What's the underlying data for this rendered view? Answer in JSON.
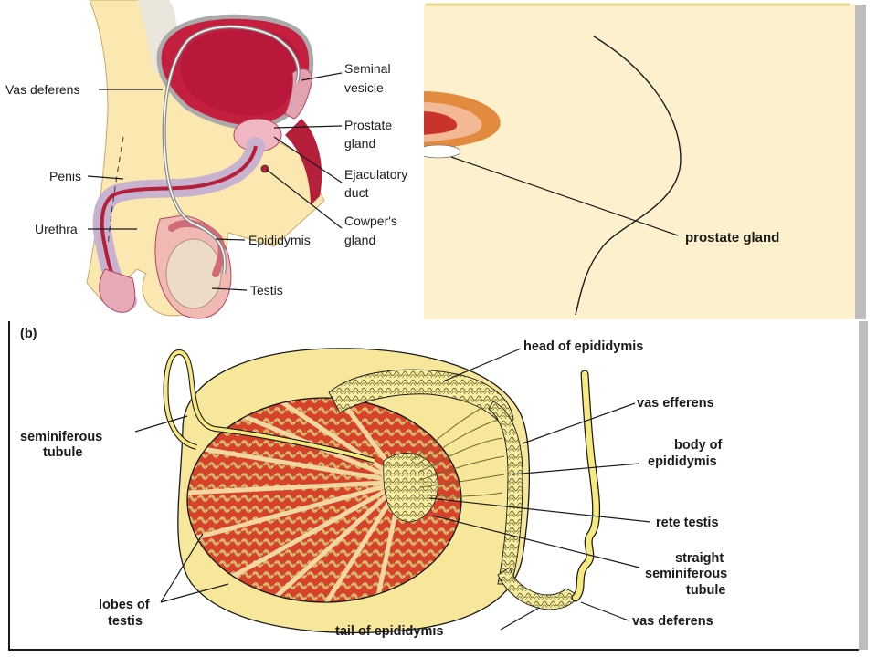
{
  "panel_a": {
    "labels": {
      "vas_deferens": "Vas deferens",
      "penis": "Penis",
      "urethra": "Urethra",
      "seminal_vesicle_1": "Seminal",
      "seminal_vesicle_2": "vesicle",
      "prostate_1": "Prostate",
      "prostate_2": "gland",
      "ejaculatory_1": "Ejaculatory",
      "ejaculatory_2": "duct",
      "cowper_1": "Cowper's",
      "cowper_2": "gland",
      "epididymis": "Epididymis",
      "testis": "Testis"
    }
  },
  "panel_b": {
    "labels": {
      "prostate_gland": "prostate gland"
    }
  },
  "panel_c": {
    "letter": "(b)",
    "labels": {
      "head_of_epididymis": "head of epididymis",
      "vas_efferens": "vas efferens",
      "body_of_epididymis_1": "body of",
      "body_of_epididymis_2": "epididymis",
      "rete_testis": "rete testis",
      "straight_1": "straight",
      "straight_2": "seminiferous",
      "straight_3": "tubule",
      "vas_deferens": "vas deferens",
      "tail_of_epididymis": "tail of epididymis",
      "lobes_1": "lobes of",
      "lobes_2": "testis",
      "seminiferous_1": "seminiferous",
      "seminiferous_2": "tubule"
    }
  },
  "colors": {
    "panel_b_bg": "#fcf1cc",
    "tissue_yellow": "#f7e79a",
    "red": "#d5432b",
    "dark_red": "#b51f3a",
    "pink": "#eec2cd",
    "tubule_yellow": "#f5ea7e",
    "shadow": "#7a7a7a"
  }
}
